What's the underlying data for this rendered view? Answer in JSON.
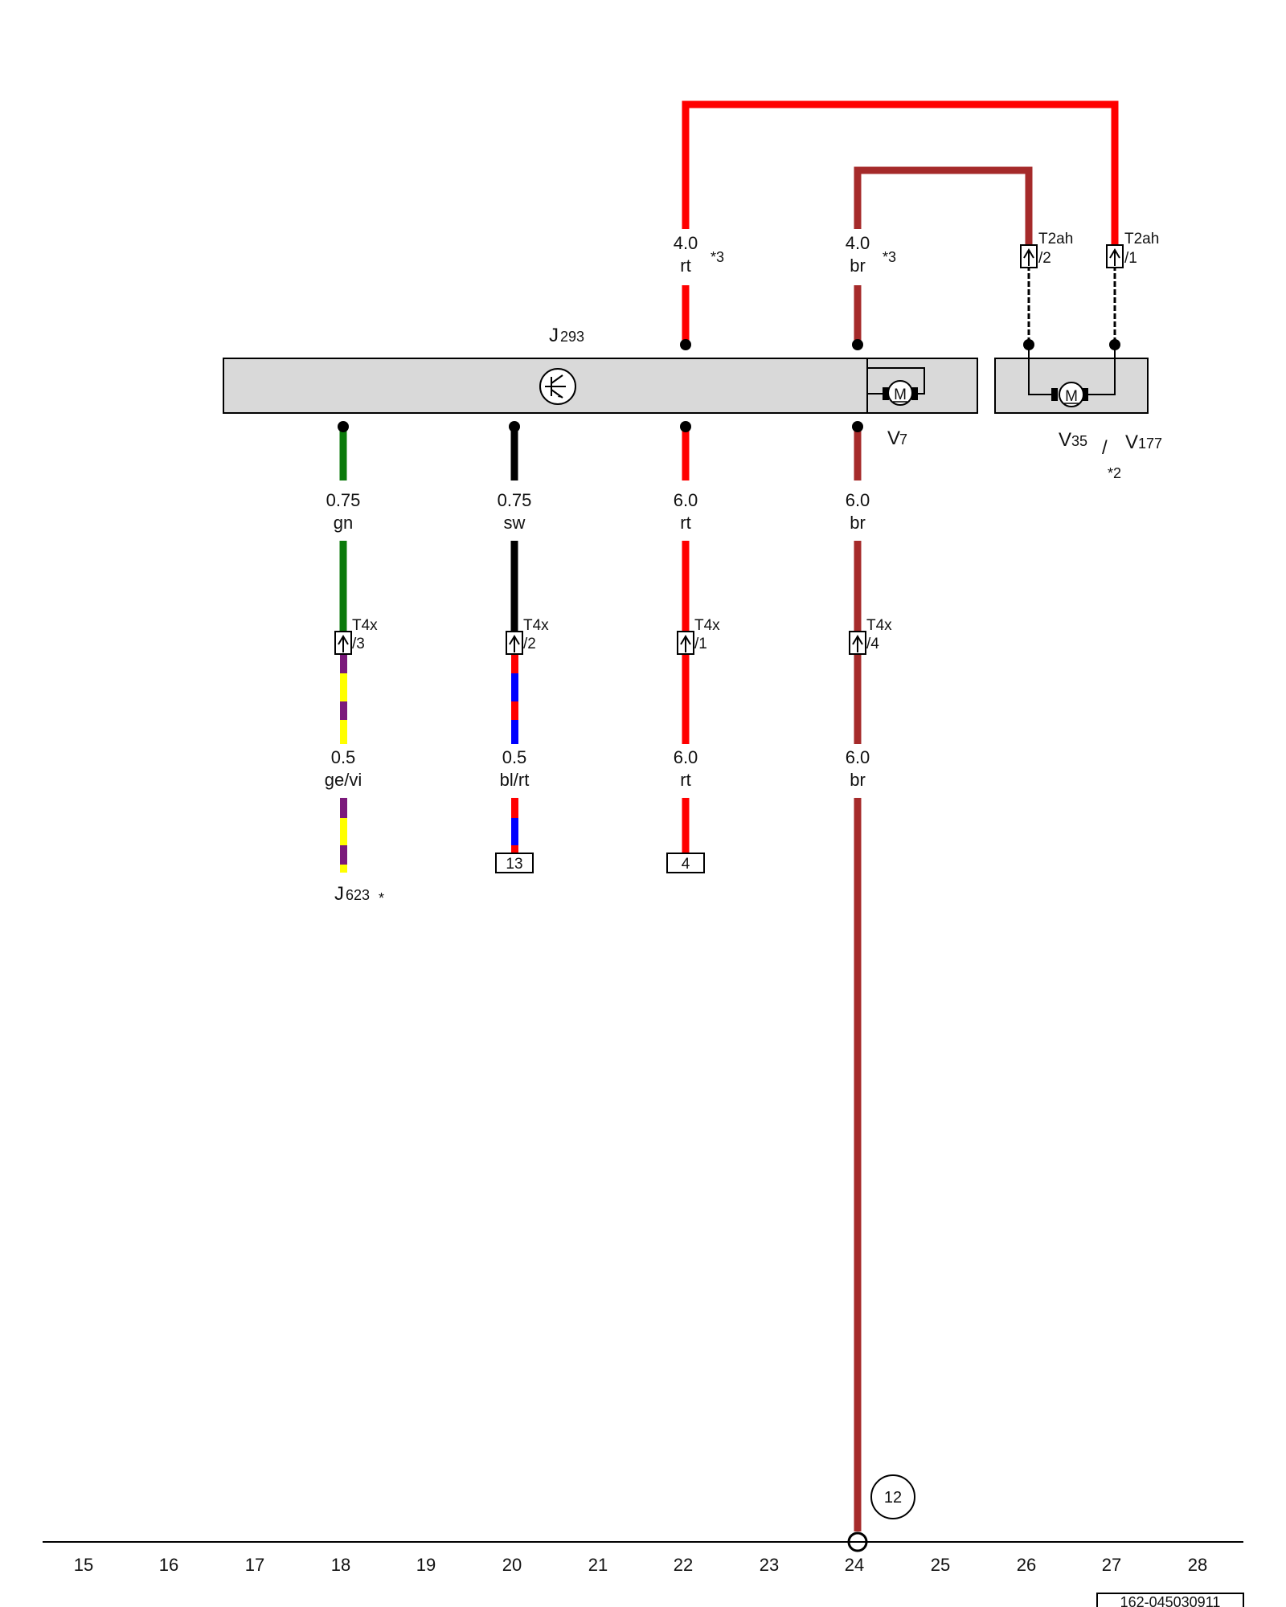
{
  "components": {
    "j293": {
      "name": "J",
      "sub": "293"
    },
    "v7": {
      "name": "V",
      "sub": "7"
    },
    "v35": {
      "name": "V",
      "sub": "35"
    },
    "slash": "/",
    "v177": {
      "name": "V",
      "sub": "177"
    },
    "note2": "*2",
    "j623": {
      "name": "J",
      "sub": "623"
    },
    "j623_star": "*",
    "motor_letter": "M"
  },
  "wires_top": [
    {
      "gauge": "4.0",
      "color_code": "rt",
      "note": "*3",
      "color": "#ff0000"
    },
    {
      "gauge": "4.0",
      "color_code": "br",
      "note": "*3",
      "color": "#a52a2a"
    }
  ],
  "wires_mid": [
    {
      "gauge": "0.75",
      "color_code": "gn",
      "color": "#0a7a0a"
    },
    {
      "gauge": "0.75",
      "color_code": "sw",
      "color": "#000000"
    },
    {
      "gauge": "6.0",
      "color_code": "rt",
      "color": "#ff0000"
    },
    {
      "gauge": "6.0",
      "color_code": "br",
      "color": "#a52a2a"
    }
  ],
  "wires_low": [
    {
      "gauge": "0.5",
      "color_code": "ge/vi",
      "colors": [
        "#7b1a7b",
        "#ffff00"
      ]
    },
    {
      "gauge": "0.5",
      "color_code": "bl/rt",
      "colors": [
        "#ff0000",
        "#0000ff"
      ]
    },
    {
      "gauge": "6.0",
      "color_code": "rt",
      "color": "#ff0000"
    },
    {
      "gauge": "6.0",
      "color_code": "br",
      "color": "#a52a2a"
    }
  ],
  "connectors_t4x": [
    {
      "name": "T4x",
      "pin": "/3"
    },
    {
      "name": "T4x",
      "pin": "/2"
    },
    {
      "name": "T4x",
      "pin": "/1"
    },
    {
      "name": "T4x",
      "pin": "/4"
    }
  ],
  "connectors_t2ah": [
    {
      "name": "T2ah",
      "pin": "/2"
    },
    {
      "name": "T2ah",
      "pin": "/1"
    }
  ],
  "references": {
    "ref_13": "13",
    "ref_4": "4"
  },
  "ground_point": "12",
  "ruler": [
    "15",
    "16",
    "17",
    "18",
    "19",
    "20",
    "21",
    "22",
    "23",
    "24",
    "25",
    "26",
    "27",
    "28"
  ],
  "doc_number": "162-045030911"
}
